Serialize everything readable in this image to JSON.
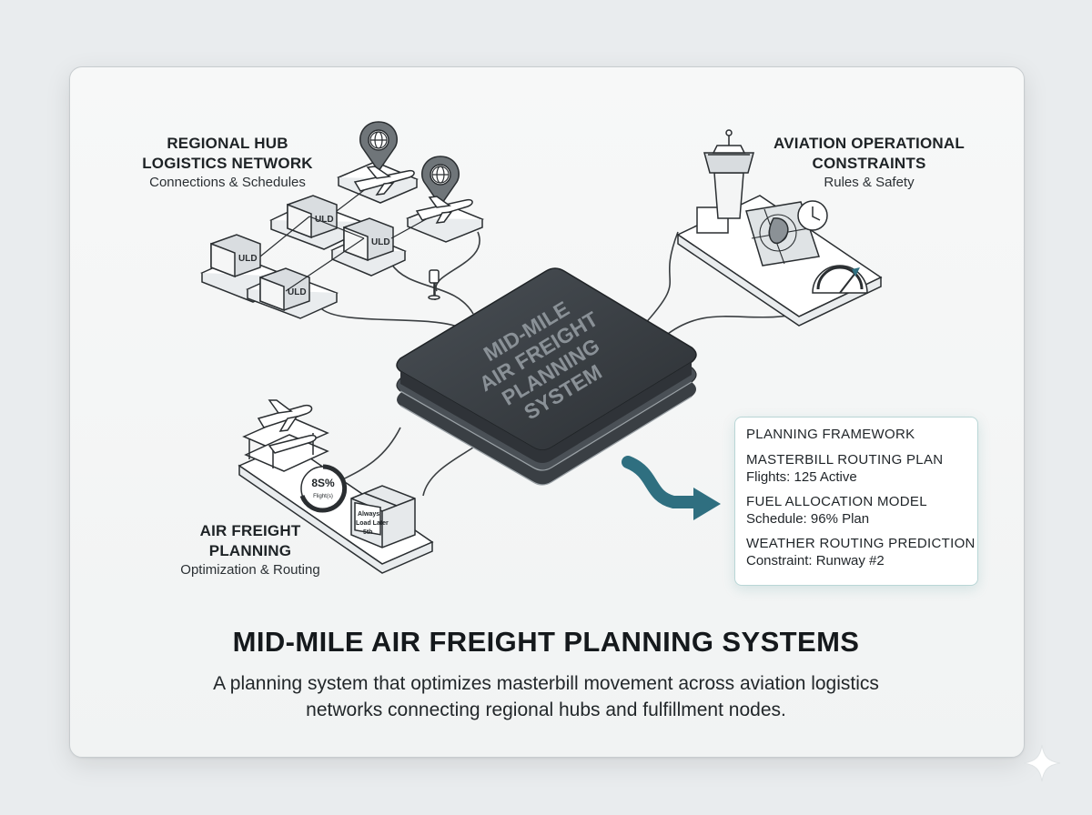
{
  "hub": {
    "title_line1": "REGIONAL HUB",
    "title_line2": "LOGISTICS NETWORK",
    "subtitle": "Connections & Schedules",
    "container_label": "ULD"
  },
  "aviation": {
    "title_line1": "AVIATION OPERATIONAL",
    "title_line2": "CONSTRAINTS",
    "subtitle": "Rules & Safety"
  },
  "freight": {
    "title_line1": "AIR FREIGHT",
    "title_line2": "PLANNING",
    "subtitle": "Optimization & Routing",
    "gauge_value": "8S%",
    "gauge_sub": "Flight(s)",
    "box_text_1": "Always",
    "box_text_2": "Load Later",
    "box_text_3": "5th"
  },
  "core": {
    "line1": "MID-MILE",
    "line2": "AIR FREIGHT",
    "line3": "PLANNING",
    "line4": "SYSTEM"
  },
  "panel": {
    "heading": "PLANNING FRAMEWORK",
    "items": [
      {
        "name": "MASTERBILL ROUTING PLAN",
        "value": "Flights: 125 Active"
      },
      {
        "name": "FUEL ALLOCATION MODEL",
        "value": "Schedule: 96% Plan"
      },
      {
        "name": "WEATHER ROUTING PREDICTION",
        "value": "Constraint: Runway #2"
      }
    ]
  },
  "main": {
    "title": "MID-MILE AIR FREIGHT PLANNING SYSTEMS",
    "description": "A planning system that optimizes masterbill movement across aviation logistics networks connecting regional hubs and fulfillment nodes."
  },
  "colors": {
    "accent": "#2f6f80",
    "core_dark": "#3a3f44",
    "outline": "#2a2e31"
  }
}
